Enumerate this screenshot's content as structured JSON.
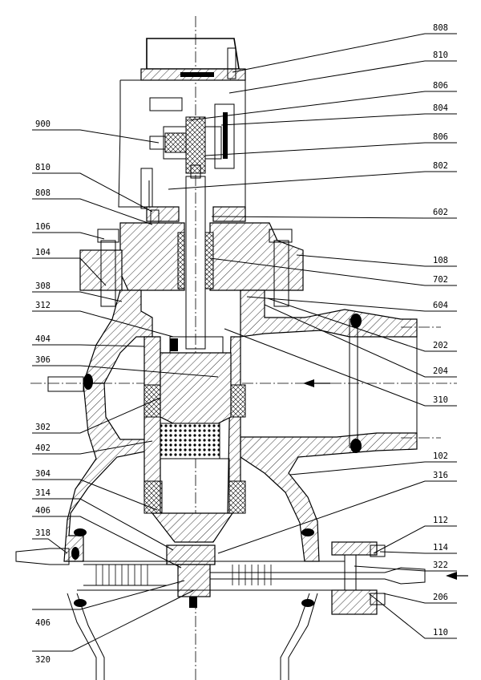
{
  "callouts": {
    "left": [
      "900",
      "810",
      "808",
      "106",
      "104",
      "308",
      "312",
      "404",
      "306",
      "302",
      "402",
      "304",
      "314",
      "406",
      "318",
      "406",
      "320"
    ],
    "right": [
      "808",
      "810",
      "806",
      "804",
      "806",
      "802",
      "602",
      "108",
      "702",
      "604",
      "202",
      "204",
      "310",
      "102",
      "316",
      "112",
      "114",
      "322",
      "206",
      "110"
    ]
  },
  "flow_direction": {
    "inlet_arrow": "left",
    "outlet_arrow": "left"
  },
  "colors": {
    "line": "#000000",
    "background": "#ffffff"
  }
}
